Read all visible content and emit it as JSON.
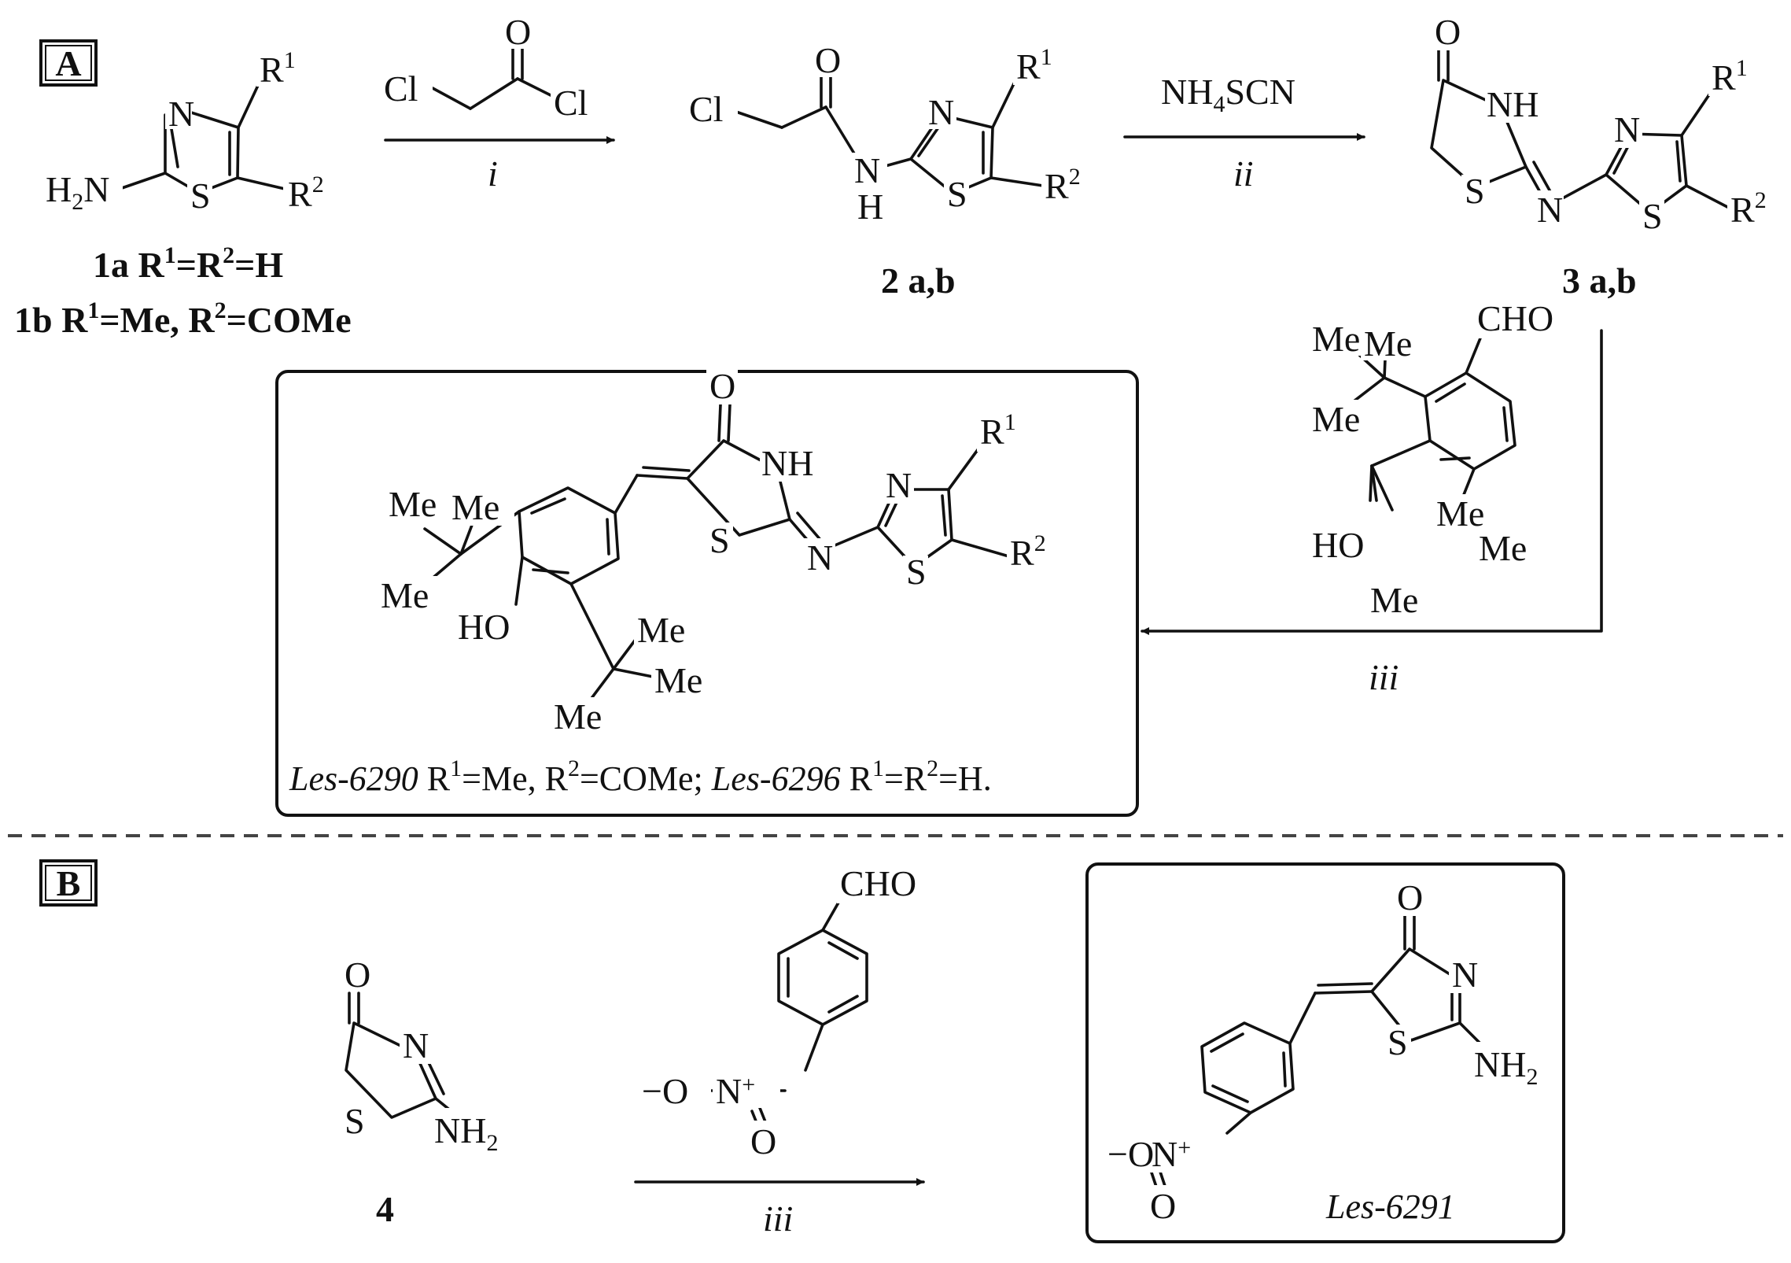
{
  "panels": {
    "a_label": "A",
    "b_label": "B"
  },
  "atoms": {
    "N": "N",
    "S": "S",
    "O": "O",
    "H": "H",
    "Cl": "Cl",
    "NH": "NH",
    "H2N_H": "H",
    "H2N_sub": "2",
    "H2N_N": "N",
    "NH2_NH": "NH",
    "NH2_sub": "2",
    "R": "R",
    "sup1": "1",
    "sup2": "2",
    "Me": "Me",
    "HO": "HO",
    "CHO": "CHO",
    "O_minus": "−O",
    "N_plus_N": "N",
    "plus": "+",
    "NH4_NH": "NH",
    "NH4_sub": "4",
    "NH4_rest": "SCN"
  },
  "compounds": {
    "c1a": "1a R",
    "c1a_eq": "=R",
    "c1a_tail": "=H",
    "c1b": "1b R",
    "c1b_mid": "=Me, R",
    "c1b_tail": "=COMe",
    "c2": "2 a,b",
    "c3": "3 a,b",
    "c4": "4"
  },
  "conditions": {
    "i": "i",
    "ii": "ii",
    "iii": "iii"
  },
  "final_products": {
    "les6290_name": "Les-6290",
    "les6290_r1": " R",
    "les6290_mid": "=Me, R",
    "les6290_tail": "=COMe; ",
    "les6296_name": "Les-6296",
    "les6296_r1": " R",
    "les6296_eq": "=R",
    "les6296_tail": "=H.",
    "les6291_name": "Les-6291"
  }
}
